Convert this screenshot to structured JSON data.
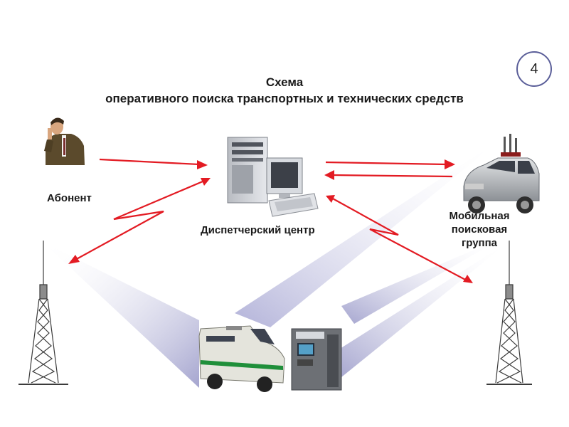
{
  "slide": {
    "number": "4",
    "title_line1": "Схема",
    "title_line2": "оперативного поиска транспортных и технических средств"
  },
  "nodes": {
    "subscriber": "Абонент",
    "dispatch_center": "Диспетчерский центр",
    "mobile_group_line1": "Мобильная",
    "mobile_group_line2": "поисковая",
    "mobile_group_line3": "группа"
  },
  "colors": {
    "arrow": "#e31b23",
    "beam": "#8a8ac4",
    "badge_border": "#5b5f99"
  }
}
